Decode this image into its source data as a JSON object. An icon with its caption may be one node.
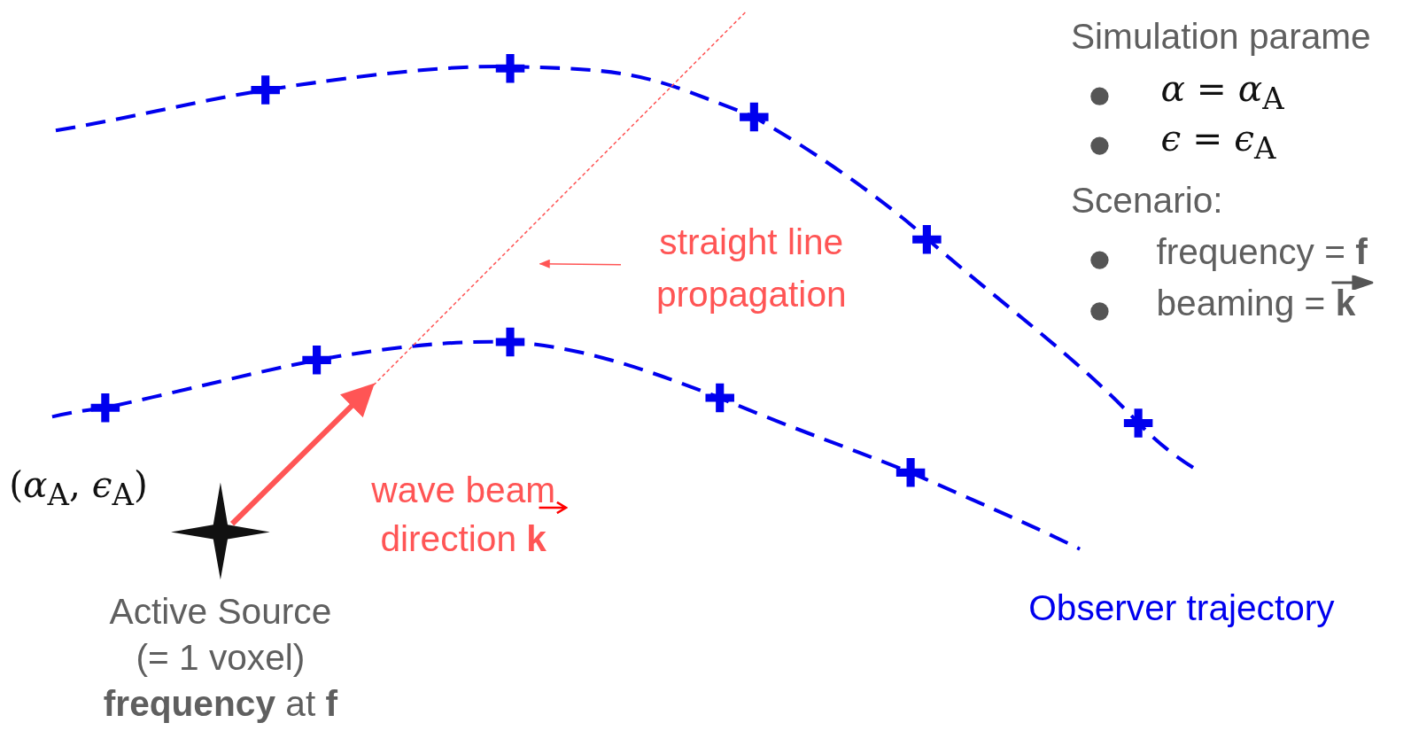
{
  "diagram": {
    "nodes": [
      {
        "text": [
          "Active Source (= 1 voxel) **frequency** at **f**"
        ]
      },
      {
        "text": [
          "straight line propagation"
        ]
      }
    ],
    "edges": [
      {
        "from": 0,
        "to": null,
        "arrow": "to",
        "label": "wave beam direction **k**",
        "style": "thick"
      },
      {
        "from": 1,
        "to": null,
        "arrow": "to"
      }
    ],
    "labels": [
      "Simulation parame",
      "*α* = *α*$_{A}$",
      "*ϵ* = *ϵ*$_{A}$",
      "Scenario:",
      "frequency = **f**",
      "beaming = **k**",
      "(*α*$_{A}$, *ϵ*$_{A}$)",
      "Observer trajectory"
    ]
  }
}
